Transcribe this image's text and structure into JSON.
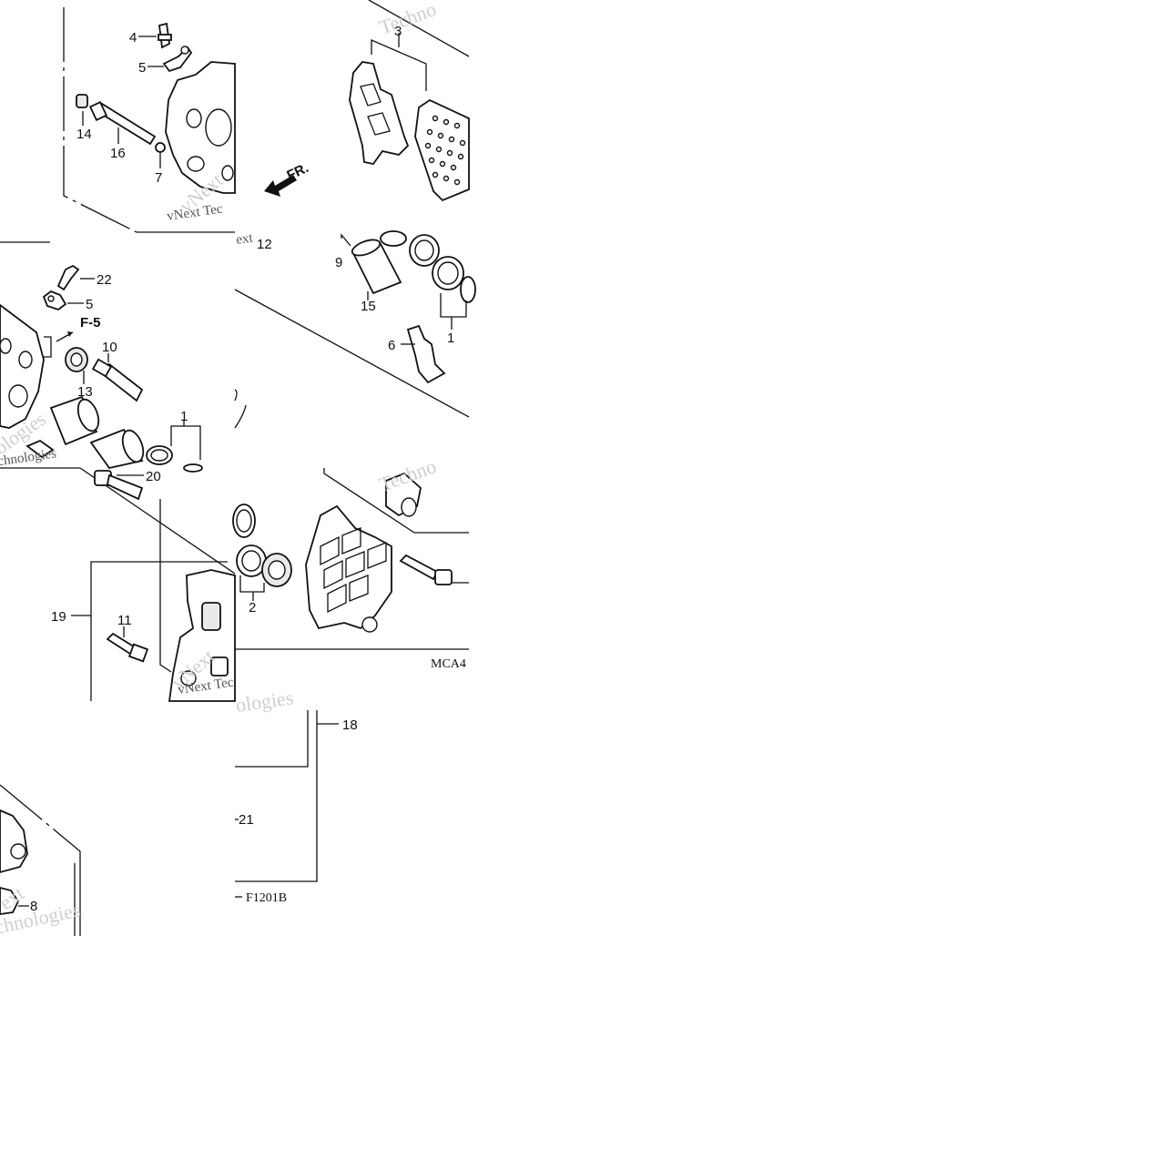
{
  "diagram": {
    "drawing_code": "MCA4",
    "drawing_code_2": "F1201B",
    "direction_arrow": "FR.",
    "section_ref": "F-5",
    "watermarks": [
      "vNext Tec",
      "Techno",
      "vNext",
      "ologies",
      "ext",
      "chnologies",
      "Techno",
      "vNext Tec",
      "ologies",
      "ext",
      "chnologies"
    ],
    "callouts": {
      "c1": "1",
      "c1b": "1",
      "c2": "2",
      "c3": "3",
      "c4": "4",
      "c5a": "5",
      "c5b": "5",
      "c6": "6",
      "c7": "7",
      "c8": "8",
      "c9": "9",
      "c10": "10",
      "c11": "11",
      "c12": "12",
      "c13": "13",
      "c14": "14",
      "c15": "15",
      "c16": "16",
      "c18": "18",
      "c19": "19",
      "c20": "20",
      "c21": "21",
      "c22": "22"
    }
  }
}
